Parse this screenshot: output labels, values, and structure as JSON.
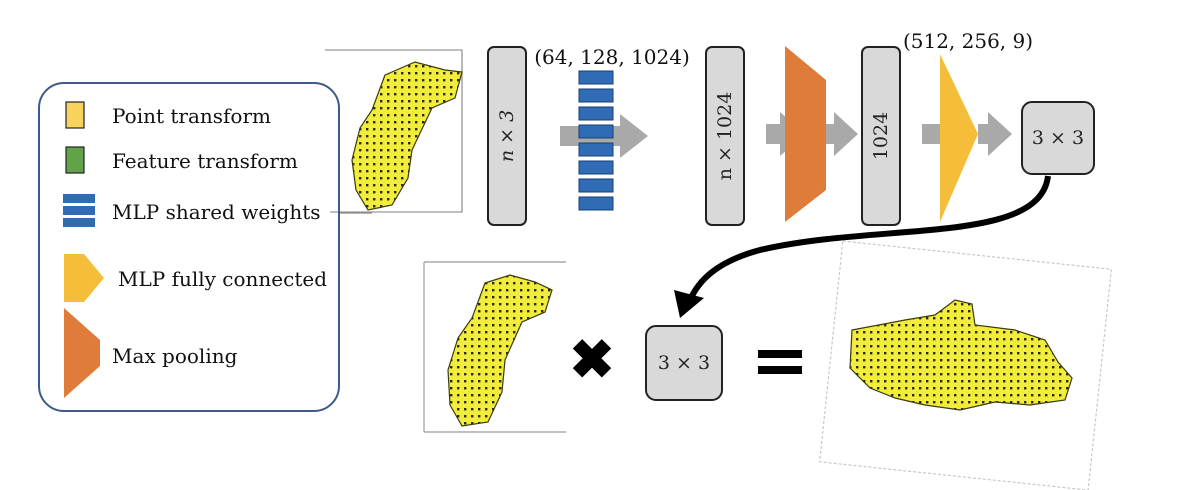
{
  "legend": {
    "items": [
      {
        "label": "Point transform",
        "color": "#f7d35b"
      },
      {
        "label": "Feature transform",
        "color": "#62a34a"
      },
      {
        "label": "MLP shared weights",
        "color": "#2f6cb5"
      },
      {
        "label": "MLP fully connected",
        "color": "#f5be3a"
      },
      {
        "label": "Max pooling",
        "color": "#e07c3a"
      }
    ]
  },
  "pipeline": {
    "input_block_label": "n × 3",
    "mlp_shared_dims": "(64, 128, 1024)",
    "feature_block_label": "n × 1024",
    "pooled_block_label": "1024",
    "mlp_fc_dims": "(512, 256, 9)",
    "transform_matrix_label": "3 × 3"
  },
  "equation": {
    "matrix_label": "3 × 3",
    "operator_multiply": "✖",
    "operator_equals": "="
  },
  "colors": {
    "point_cloud": "#f2ec3a",
    "arrow_gray": "#a9a9a9",
    "block_gray": "#d9d9d9",
    "orange": "#e07c3a",
    "yellow": "#f5be3a",
    "blue": "#2f6cb5"
  }
}
